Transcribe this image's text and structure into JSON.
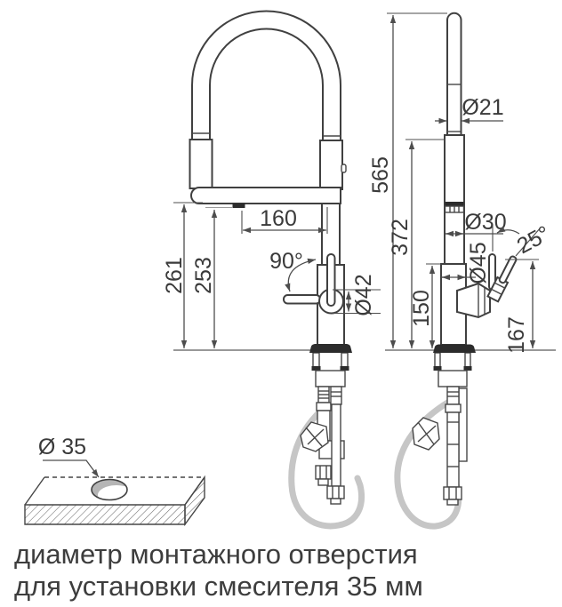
{
  "drawing": {
    "type": "technical dimension drawing",
    "subject": "kitchen mixer tap with flexible spring spout: front view, side view, countertop mounting-hole detail",
    "units": "mm",
    "line_color": "#404040",
    "hose_color": "#c6c6c6",
    "front_view": {
      "dim_spout_reach": "160",
      "dim_handle_swing": "90°",
      "dim_body_diameter": "Ø42",
      "dim_height_spout_underside": "261",
      "dim_height_outlet": "253"
    },
    "side_view": {
      "dim_overall_height": "565",
      "dim_spout_column_height": "372",
      "dim_lower_body_height": "150",
      "dim_hose_diameter": "Ø21",
      "dim_column_diameter": "Ø30",
      "dim_body_diameter": "Ø45",
      "dim_handle_tilt": "25°",
      "dim_handle_height": "167"
    },
    "mounting_detail": {
      "dim_hole_diameter": "Ø 35"
    },
    "caption": {
      "line1": "диаметр монтажного отверстия",
      "line2": "для установки смесителя 35 мм"
    }
  }
}
